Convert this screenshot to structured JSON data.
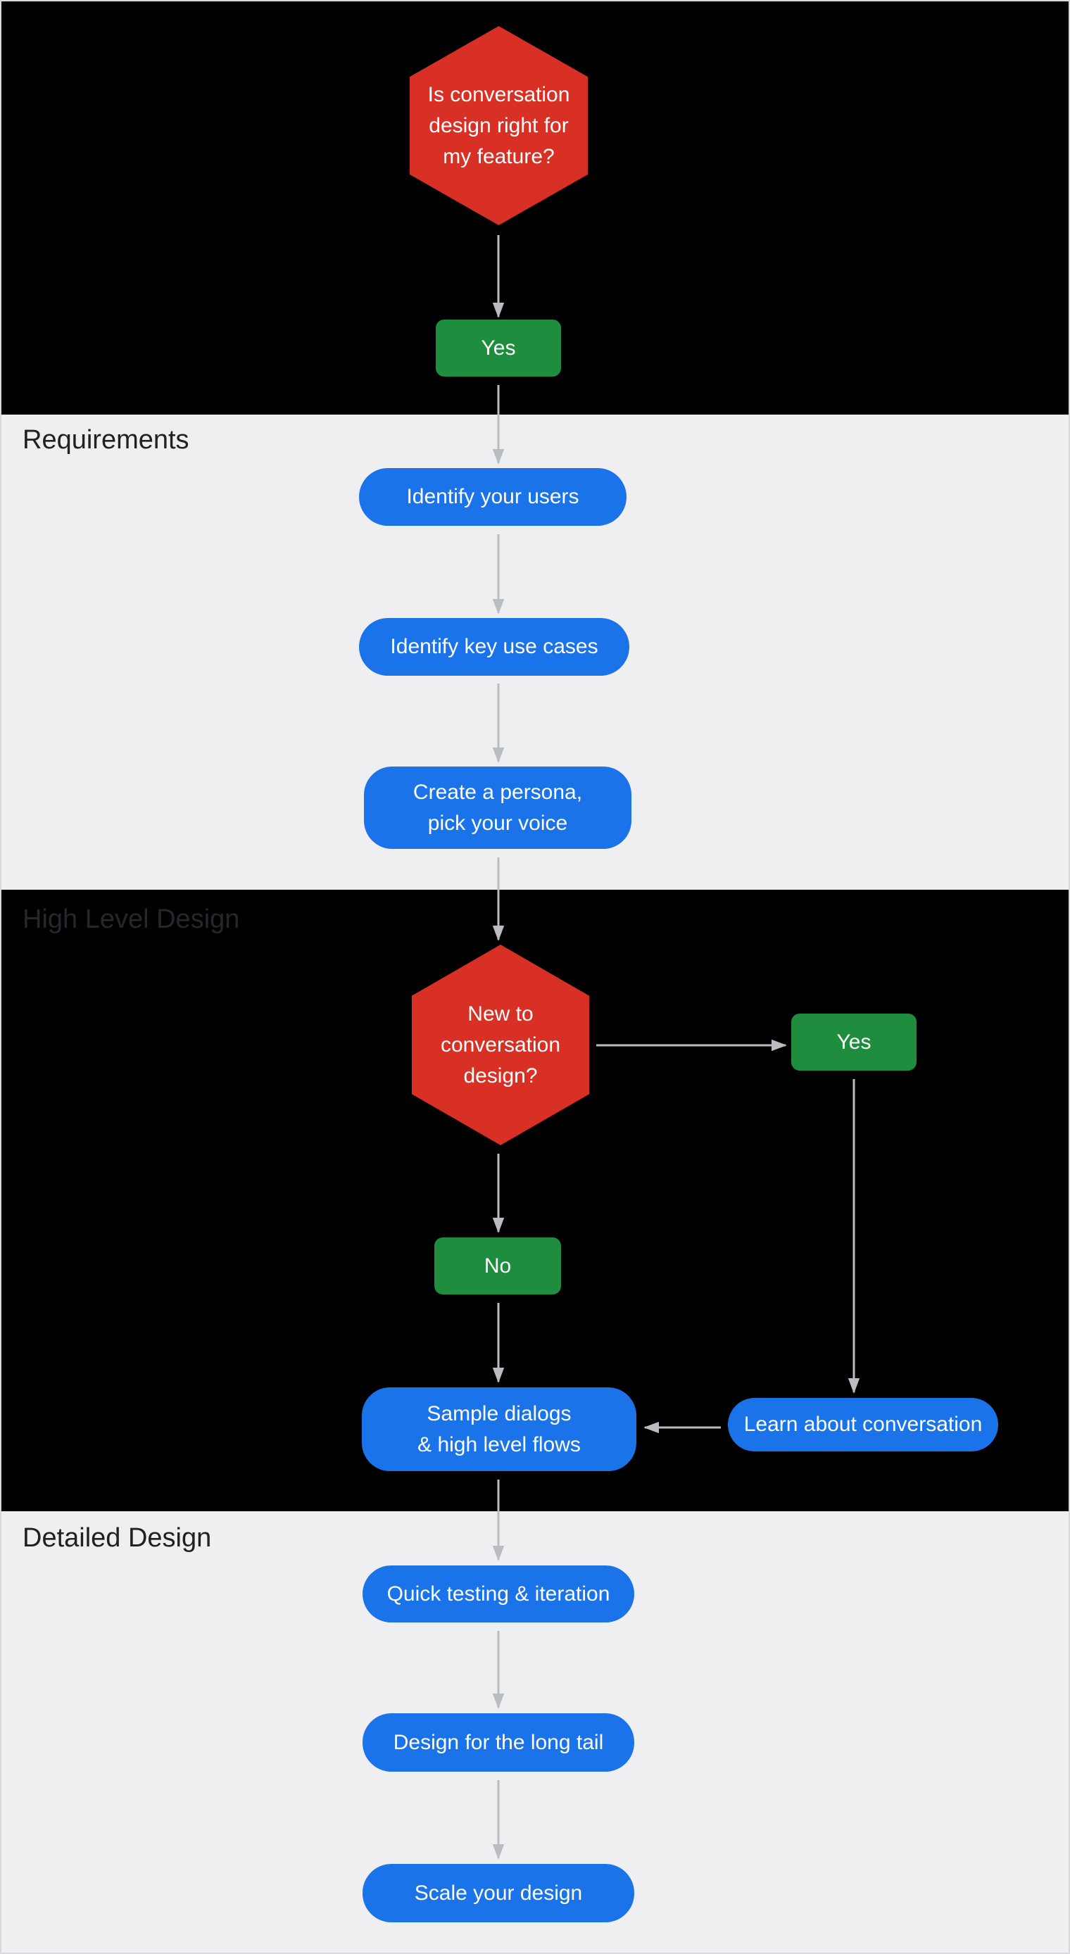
{
  "colors": {
    "band_dark": "#000000",
    "band_light": "#efeff1",
    "decision_red": "#d93025",
    "answer_green": "#1e8e3e",
    "step_blue": "#1a73e8",
    "arrow_gray": "#b9bcc0",
    "section_label_on_light": "#202124",
    "section_label_on_dark": "#26272c",
    "node_text": "#ffffff",
    "page_border": "#d9d9dd"
  },
  "sections": {
    "requirements_label": "Requirements",
    "high_level_design_label": "High Level Design",
    "detailed_design_label": "Detailed Design"
  },
  "nodes": {
    "q_conversation_design_fit": "Is conversation\ndesign right for\nmy feature?",
    "q_fit_answer_yes": "Yes",
    "identify_users": "Identify your users",
    "identify_key_use_cases": "Identify key use cases",
    "create_persona": "Create a persona,\npick your voice",
    "q_new_to_conversation_design": "New to\nconversation\ndesign?",
    "q_new_answer_yes": "Yes",
    "q_new_answer_no": "No",
    "sample_dialogs": "Sample dialogs\n& high level flows",
    "learn_about_conversation": "Learn about conversation",
    "quick_testing": "Quick testing & iteration",
    "design_long_tail": "Design for the long tail",
    "scale_your_design": "Scale your design"
  }
}
